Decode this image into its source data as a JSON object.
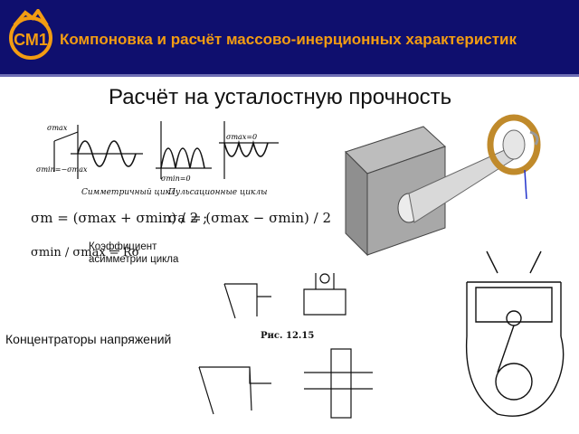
{
  "header": {
    "logo_text": "СМ1",
    "title": "Компоновка и расчёт массово-инерционных характеристик",
    "bg_color": "#0f0f6e",
    "title_color": "#f39c12"
  },
  "slide": {
    "title": "Расчёт на усталостную прочность"
  },
  "cycle_graphs": {
    "labels": {
      "symmetric": "Симметричный цикл",
      "pulsating": "Пульсационные циклы"
    }
  },
  "formulas": {
    "sigma_m": "σm = (σmax + σmin) / 2 ;",
    "sigma_a": "σa = (σmax − σmin) / 2",
    "ratio": "σmin / σmax = Rσ"
  },
  "coefficient": {
    "line1": "Коэффициент",
    "line2": "асимметрии цикла"
  },
  "concentrators": {
    "label": "Концентраторы напряжений",
    "figure_caption": "Рис. 12.15"
  }
}
